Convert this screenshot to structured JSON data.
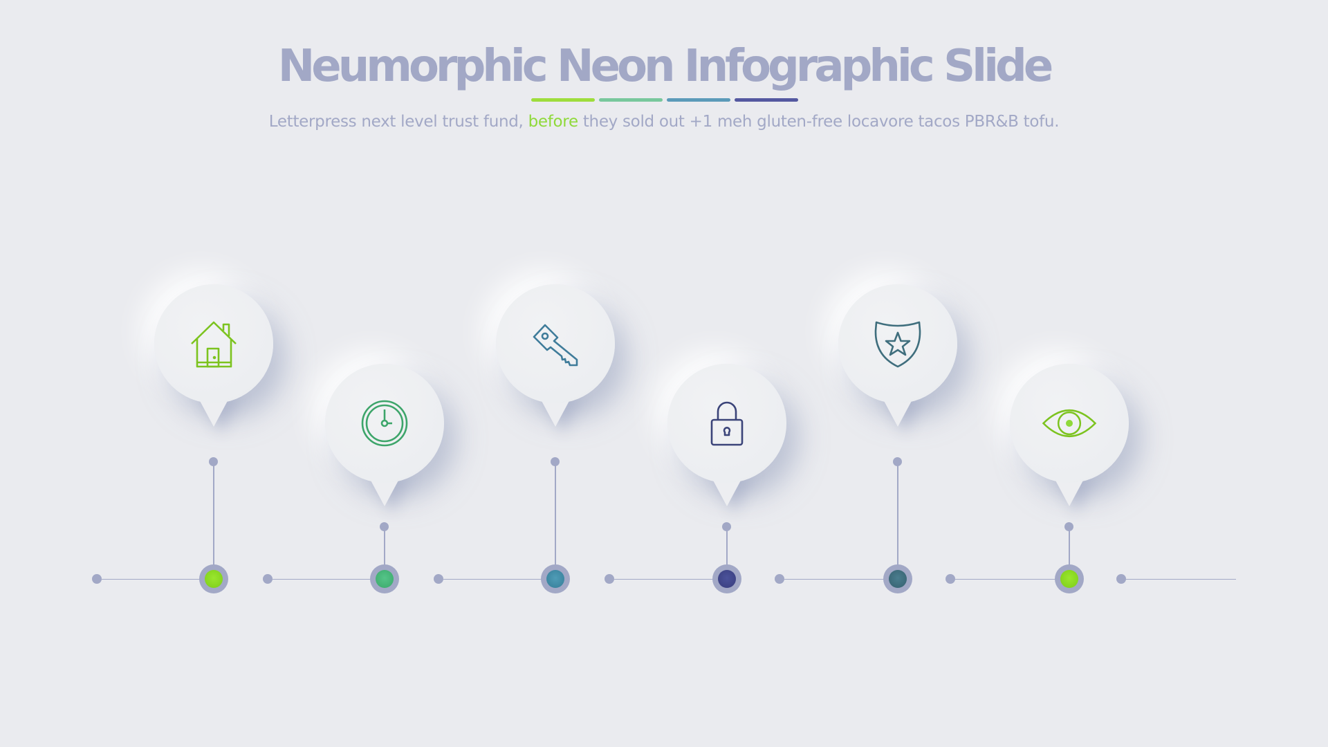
{
  "slide": {
    "title": "Neumorphic Neon Infographic Slide",
    "subtitle_before": "Letterpress next level trust fund, ",
    "subtitle_highlight": "before",
    "subtitle_after": " they sold out +1 meh gluten-free locavore tacos PBR&B tofu.",
    "highlight_color": "#8fd93a",
    "title_color": "#a2a8c6",
    "background_color": "#eaebef",
    "underline_bars": [
      "#9edd3c",
      "#78c79c",
      "#5b9ab9",
      "#5458a0"
    ]
  },
  "timeline": {
    "line_color": "#a2a8c6",
    "steps": [
      {
        "icon": "home-icon",
        "icon_color": "#7cc31f",
        "node_color": "#86d91d",
        "position": "high"
      },
      {
        "icon": "clock-icon",
        "icon_color": "#3da56a",
        "node_color": "#43b776",
        "position": "low"
      },
      {
        "icon": "key-icon",
        "icon_color": "#3f7c9a",
        "node_color": "#3f8ba5",
        "position": "high"
      },
      {
        "icon": "lock-icon",
        "icon_color": "#3b4479",
        "node_color": "#40468c",
        "position": "low"
      },
      {
        "icon": "shield-star-icon",
        "icon_color": "#3f6e7d",
        "node_color": "#3f6f80",
        "position": "high"
      },
      {
        "icon": "eye-icon",
        "icon_color": "#7cc31f",
        "node_color": "#86d91d",
        "position": "low"
      }
    ]
  }
}
